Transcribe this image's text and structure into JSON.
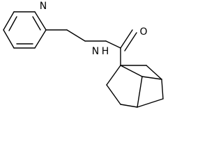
{
  "molecule": {
    "atoms": {
      "pyridine_nitrogen": "N",
      "amide_nitrogen": "N",
      "amide_hydrogen": "H",
      "carbonyl_oxygen": "O"
    }
  },
  "colors": {
    "bond": "#000000",
    "background": "#ffffff"
  }
}
